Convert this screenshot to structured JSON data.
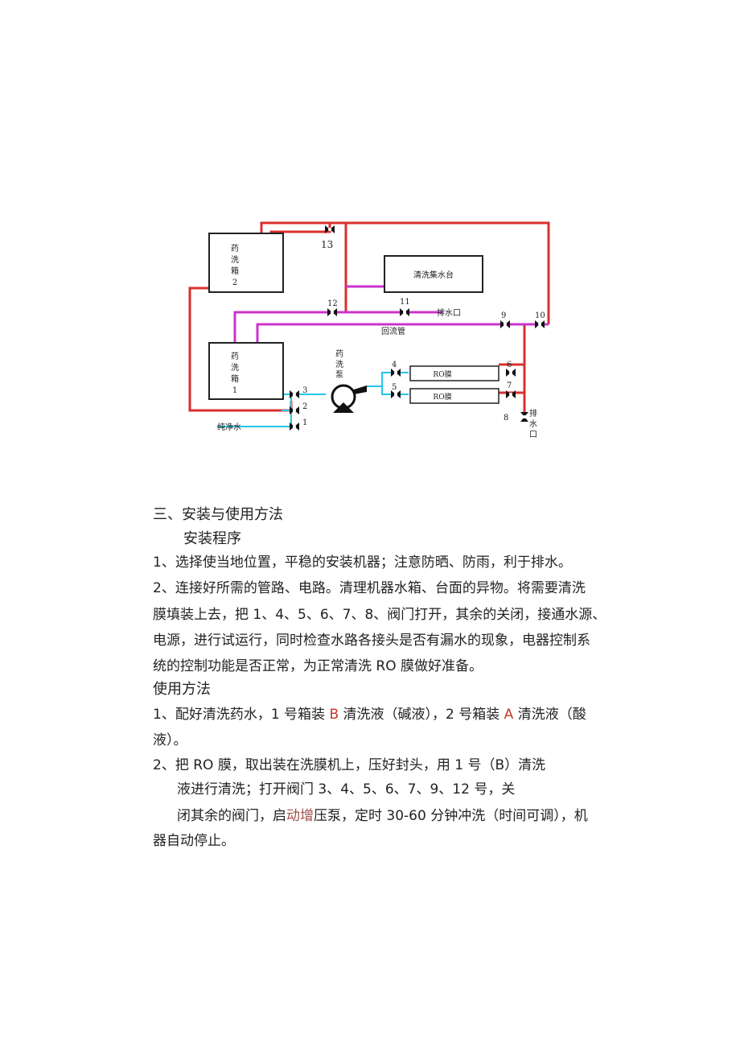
{
  "diagram": {
    "tank2": [
      "药",
      "洗",
      "箱",
      "2"
    ],
    "tank1": [
      "药",
      "洗",
      "箱",
      "1"
    ],
    "collector": "清洗集水台",
    "pump": [
      "药",
      "洗",
      "泵"
    ],
    "membrane_top": "RO膜",
    "membrane_bottom": "RO膜",
    "drain_top": "排水口",
    "drain_bottom": [
      "排",
      "水",
      "口"
    ],
    "return_pipe": "回流管",
    "pure_water": "纯净水",
    "valves": {
      "v1": "1",
      "v2": "2",
      "v3": "3",
      "v4": "4",
      "v5": "5",
      "v6": "6",
      "v7": "7",
      "v8": "8",
      "v9": "9",
      "v10": "10",
      "v11": "11",
      "v12": "12",
      "v13": "13"
    },
    "colors": {
      "red_pipe": "#d9302f",
      "magenta_pipe": "#cc33cc",
      "cyan_pipe": "#1fc8e8"
    }
  },
  "text": {
    "section_title": "三、安装与使用方法",
    "install_heading": "安装程序",
    "install_1": "1、选择使当地位置，平稳的安装机器；注意防晒、防雨，利于排水。",
    "install_2_l1": "2、连接好所需的管路、电路。清理机器水箱、台面的异物。将需要清洗",
    "install_2_l2": "膜填装上去，把 1、4、5、6、7、8、阀门打开，其余的关闭，接通水源、",
    "install_2_l3": "电源，进行试运行，同时检查水路各接头是否有漏水的现象，电器控制系",
    "install_2_l4": "统的控制功能是否正常，为正常清洗 RO 膜做好准备。",
    "usage_heading": "使用方法",
    "usage_1_a": "1、配好清洗药水，1 号箱装 ",
    "usage_1_b": "B",
    "usage_1_c": " 清洗液（碱液），2 号箱装 ",
    "usage_1_d": "A",
    "usage_1_e": " 清洗液（酸",
    "usage_1_l2": "液）。",
    "usage_2_l1": "2、把 RO 膜，取出装在洗膜机上，压好封头，用 1 号（B）清洗",
    "usage_2_l2": "液进行清洗；打开阀门 3、4、5、6、7、9、12 号，关",
    "usage_2_l3_a": "闭其余的阀门，启",
    "usage_2_l3_b": "动增",
    "usage_2_l3_c": "压泵，定时 30-60 分钟冲洗（时间可调），机",
    "usage_2_l4": "器自动停止。"
  }
}
